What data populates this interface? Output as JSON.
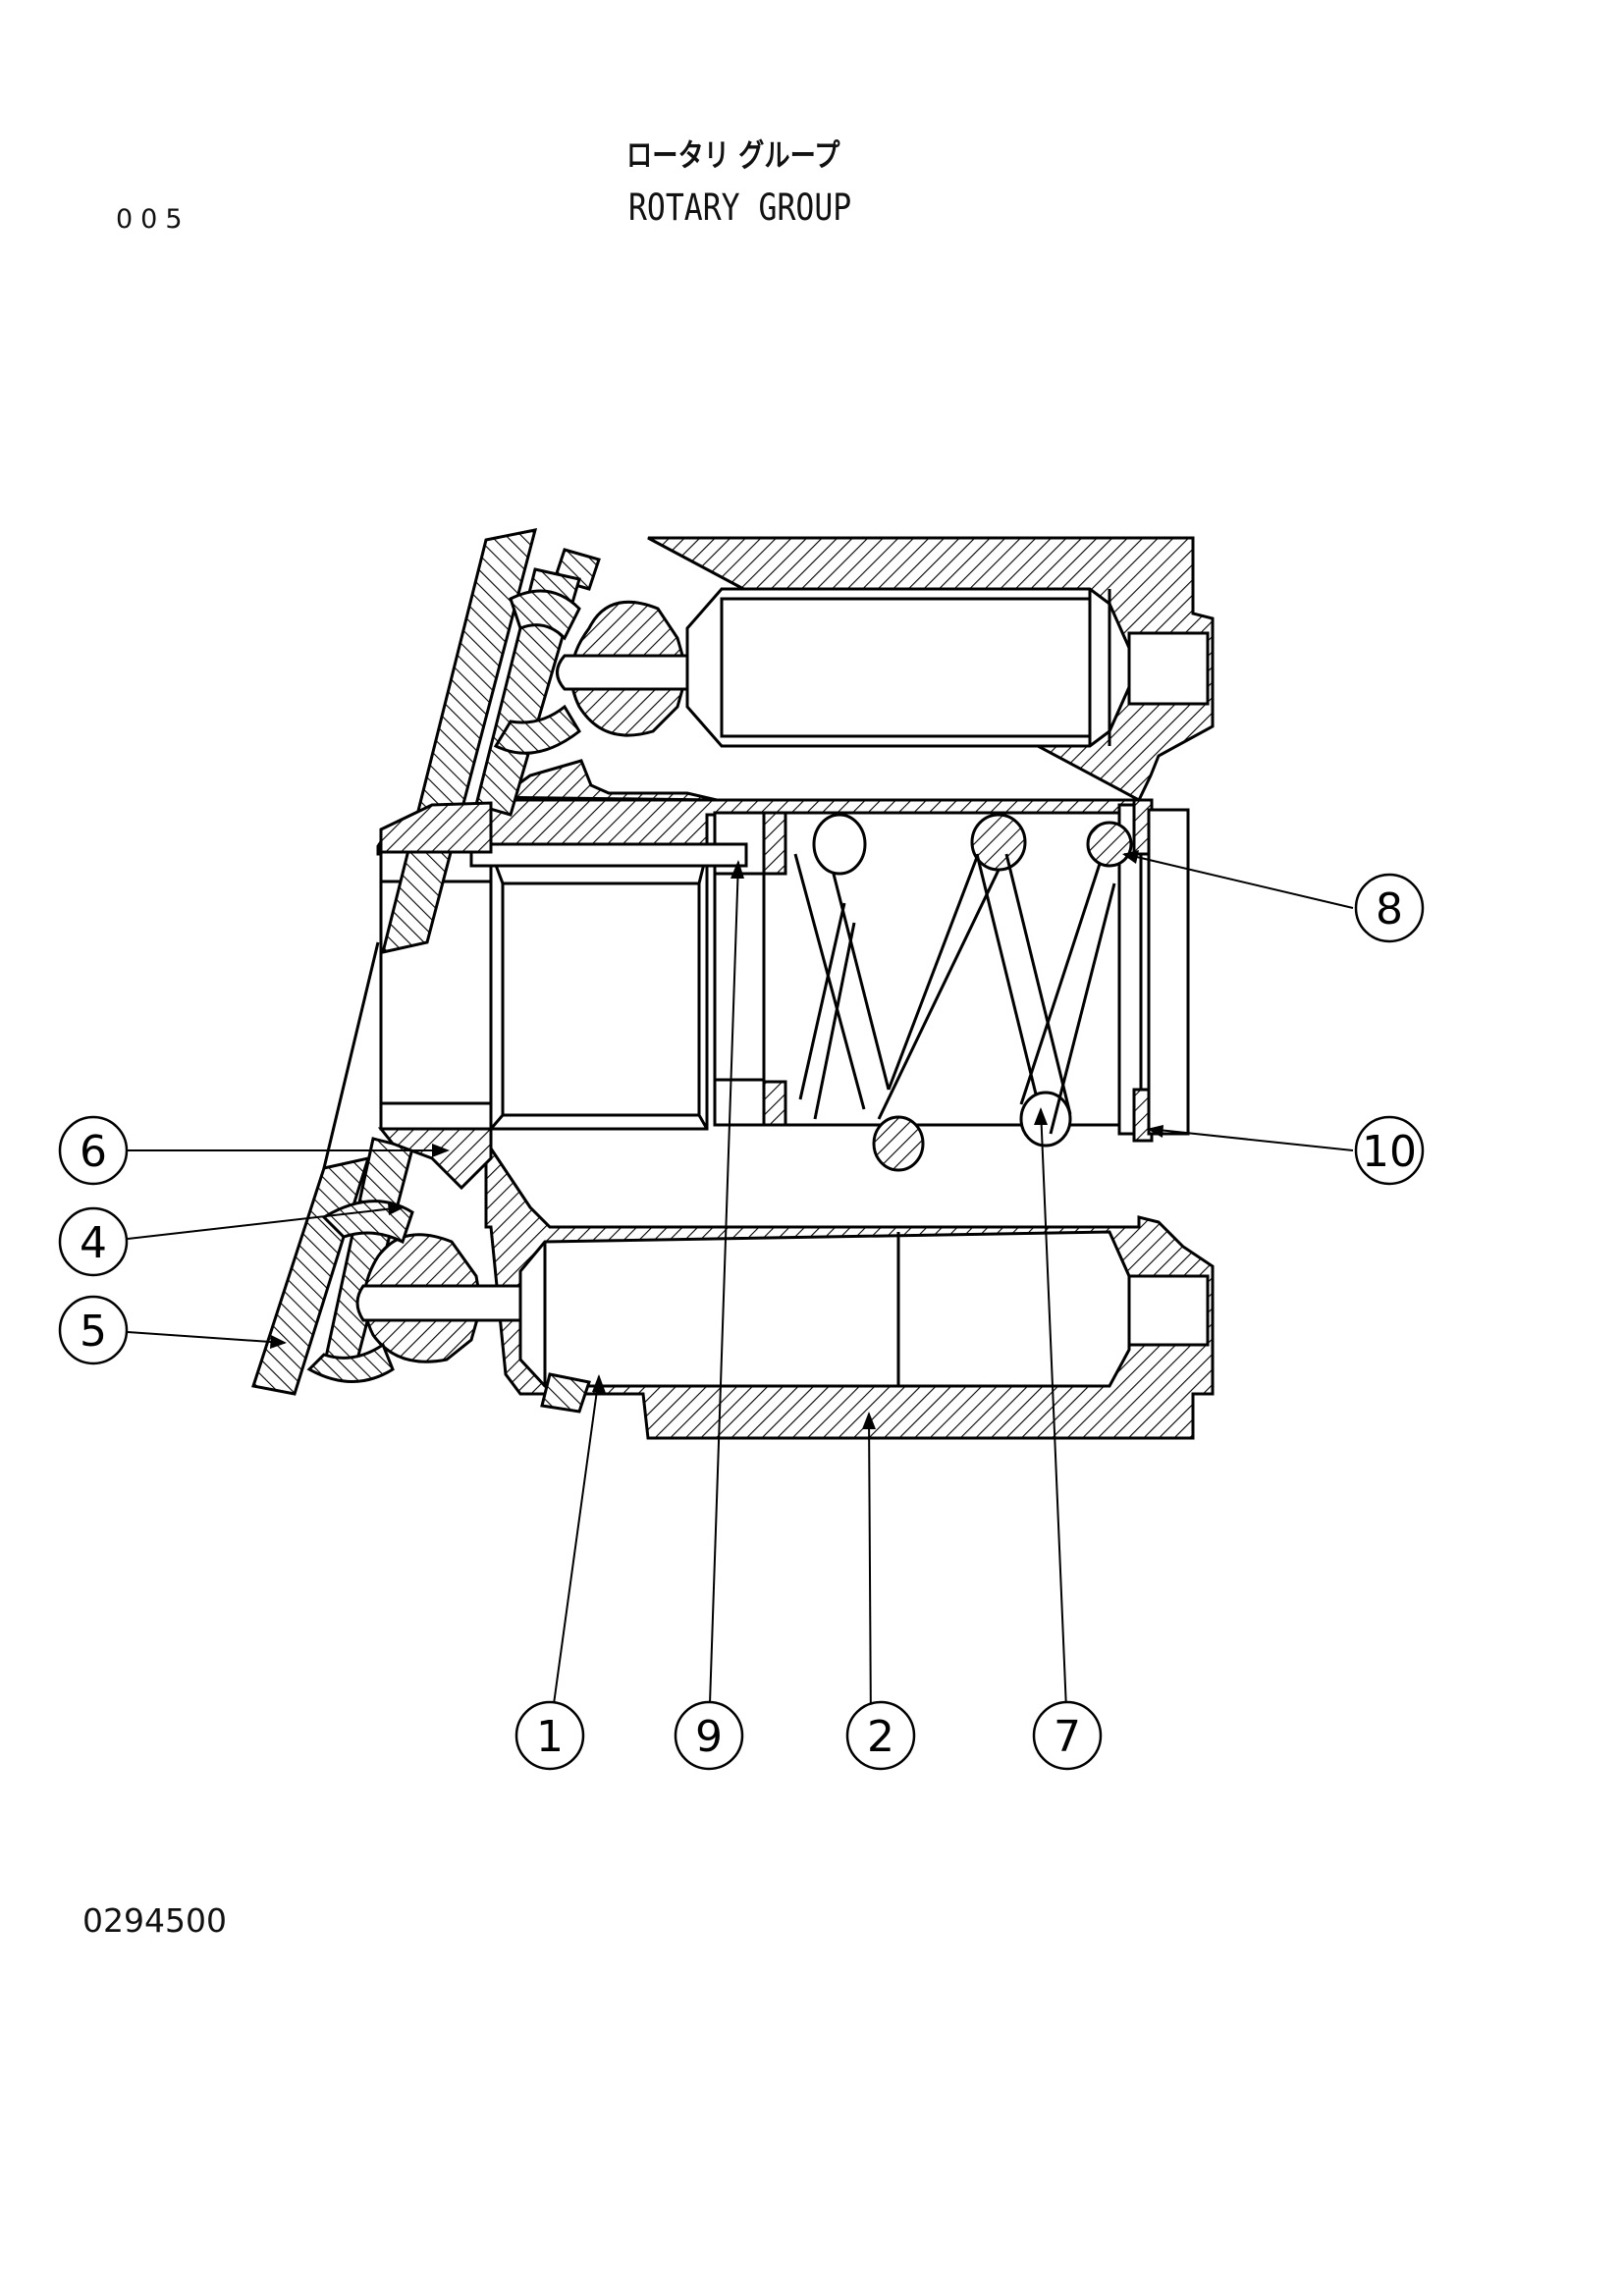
{
  "header": {
    "page_number": "005",
    "title_jp": "ロータリ グループ",
    "title_en": "ROTARY GROUP"
  },
  "footer": {
    "drawing_id": "0294500"
  },
  "callouts": [
    {
      "id": "c1",
      "label": "1"
    },
    {
      "id": "c2",
      "label": "2"
    },
    {
      "id": "c4",
      "label": "4"
    },
    {
      "id": "c5",
      "label": "5"
    },
    {
      "id": "c6",
      "label": "6"
    },
    {
      "id": "c7",
      "label": "7"
    },
    {
      "id": "c8",
      "label": "8"
    },
    {
      "id": "c9",
      "label": "9"
    },
    {
      "id": "c10",
      "label": "10"
    }
  ],
  "icons": {
    "drawing": "rotary-group-cross-section"
  }
}
